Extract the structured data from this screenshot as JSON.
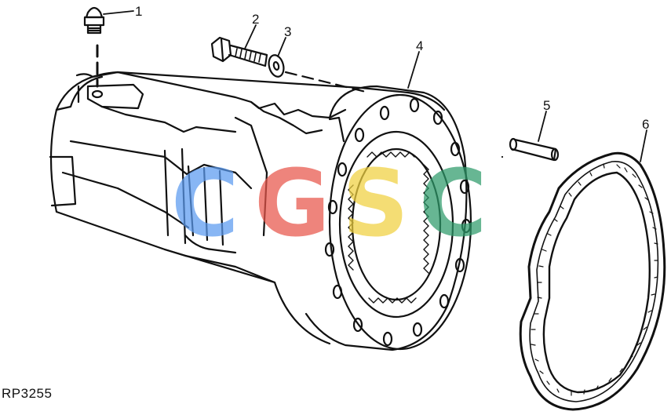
{
  "callouts": [
    {
      "id": "1",
      "label": "1"
    },
    {
      "id": "2",
      "label": "2"
    },
    {
      "id": "3",
      "label": "3"
    },
    {
      "id": "4",
      "label": "4"
    },
    {
      "id": "5",
      "label": "5"
    },
    {
      "id": "6",
      "label": "6"
    }
  ],
  "reference_code": "RP3255",
  "watermark": {
    "letters": [
      "C",
      "G",
      "S",
      "C"
    ],
    "colors": [
      "#5b9bf0",
      "#e8554a",
      "#f0d040",
      "#2e9a6a"
    ]
  },
  "colors": {
    "line": "#111111",
    "background": "#ffffff"
  }
}
